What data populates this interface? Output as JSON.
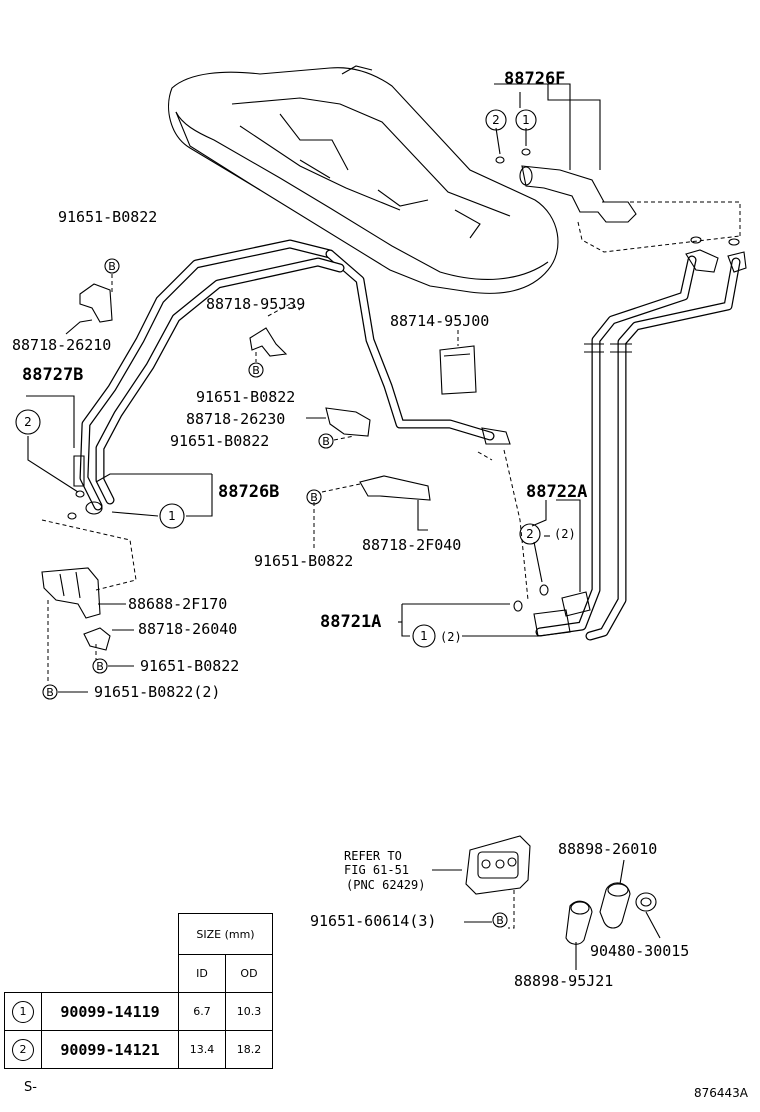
{
  "labels": {
    "p88726F": "88726F",
    "p91651_B0822_a": "91651-B0822",
    "p88718_26210": "88718-26210",
    "p88727B": "88727B",
    "p88718_95J39": "88718-95J39",
    "p88714_95J00": "88714-95J00",
    "p91651_B0822_b": "91651-B0822",
    "p88718_26230": "88718-26230",
    "p91651_B0822_c": "91651-B0822",
    "p88726B": "88726B",
    "p88722A": "88722A",
    "p91651_B0822_d": "91651-B0822",
    "p88718_2F040": "88718-2F040",
    "p88688_2F170": "88688-2F170",
    "p88721A": "88721A",
    "p88718_26040": "88718-26040",
    "p91651_B0822_e": "91651-B0822",
    "p91651_B0822_f": "91651-B0822(2)",
    "refer_line1": "REFER TO",
    "refer_line2": "FIG 61-51",
    "refer_line3": "(PNC 62429)",
    "p91651_60614": "91651-60614(3)",
    "p88898_26010": "88898-26010",
    "p90480_30015": "90480-30015",
    "p88898_95J21": "88898-95J21",
    "qty2_a": "(2)",
    "qty2_b": "(2)"
  },
  "markers": {
    "circle1": "1",
    "circle2": "2",
    "bolt": "B"
  },
  "size_table": {
    "header": "SIZE (mm)",
    "col_id": "ID",
    "col_od": "OD",
    "rows": [
      {
        "key": "1",
        "part": "90099-14119",
        "id": "6.7",
        "od": "10.3"
      },
      {
        "key": "2",
        "part": "90099-14121",
        "id": "13.4",
        "od": "18.2"
      }
    ]
  },
  "footer": {
    "left": "S-",
    "right": "876443A"
  }
}
